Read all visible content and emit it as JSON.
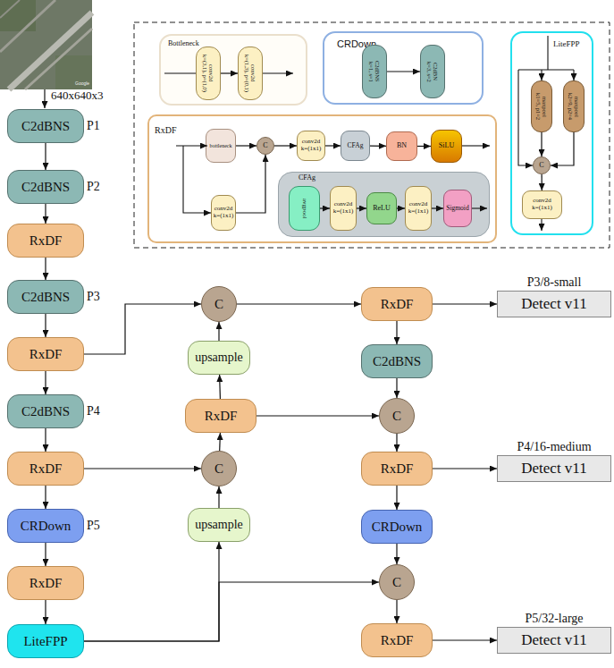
{
  "diagram": {
    "nodes": [
      {
        "text": [
          "Bottleneck"
        ]
      },
      {
        "text": [
          "conv2d",
          "k=(3,1), p=(1,0)"
        ],
        "in": 0
      },
      {
        "text": [
          "conv2d",
          "k=(1,3), p=(0,1)"
        ],
        "in": 0
      },
      {
        "text": [
          "CRDown"
        ]
      },
      {
        "text": [
          "C2dBNS",
          "k=1, s=1"
        ],
        "in": 3
      },
      {
        "text": [
          "C2dBN",
          "k=3, s=2"
        ],
        "in": 3
      },
      {
        "text": [
          "LiteFPP"
        ]
      },
      {
        "text": [
          "maxpool",
          "k1=5, p1=2"
        ],
        "in": 6
      },
      {
        "text": [
          "maxpool",
          "k2=9, p2=4"
        ],
        "in": 6
      },
      {
        "text": [
          "C"
        ],
        "in": 6
      },
      {
        "text": [
          "conv2d",
          "k=(1x1)"
        ],
        "in": 6
      },
      {
        "text": [
          "RxDF"
        ]
      },
      {
        "text": [
          "bottleneck"
        ],
        "in": 11
      },
      {
        "text": [
          "C"
        ],
        "in": 11
      },
      {
        "text": [
          "conv2d",
          "k=(1x1)"
        ],
        "in": 11
      },
      {
        "text": [
          "CFAg"
        ],
        "in": 11
      },
      {
        "text": [
          "BN"
        ],
        "in": 11
      },
      {
        "text": [
          "SiLU"
        ],
        "in": 11
      },
      {
        "text": [
          "conv2d",
          "k=(1x1)"
        ],
        "in": 11
      },
      {
        "text": [
          "CFAg"
        ],
        "in": 11
      },
      {
        "text": [
          "avgpool"
        ],
        "in": 19
      },
      {
        "text": [
          "conv2d",
          "k=(1x1)"
        ],
        "in": 19
      },
      {
        "text": [
          "ReLU"
        ],
        "in": 19
      },
      {
        "text": [
          "conv2d",
          "k=(1x1)"
        ],
        "in": 19
      },
      {
        "text": [
          "Sigmoid"
        ],
        "in": 19
      },
      {
        "text": [
          "C2dBNS",
          "P1"
        ]
      },
      {
        "text": [
          "C2dBNS",
          "P2"
        ]
      },
      {
        "text": [
          "RxDF"
        ]
      },
      {
        "text": [
          "C2dBNS",
          "P3"
        ]
      },
      {
        "text": [
          "C"
        ]
      },
      {
        "text": [
          "RxDF"
        ]
      },
      {
        "text": [
          "P3/8-small",
          "Detect v11"
        ]
      },
      {
        "text": [
          "RxDF"
        ]
      },
      {
        "text": [
          "upsample"
        ]
      },
      {
        "text": [
          "C2dBNS"
        ]
      },
      {
        "text": [
          "C2dBNS",
          "P4"
        ]
      },
      {
        "text": [
          "RxDF"
        ]
      },
      {
        "text": [
          "C"
        ]
      },
      {
        "text": [
          "RxDF"
        ]
      },
      {
        "text": [
          "C"
        ]
      },
      {
        "text": [
          "RxDF"
        ]
      },
      {
        "text": [
          "P4/16-medium",
          "Detect v11"
        ]
      },
      {
        "text": [
          "CRDown",
          "P5"
        ]
      },
      {
        "text": [
          "upsample"
        ]
      },
      {
        "text": [
          "CRDown"
        ]
      },
      {
        "text": [
          "RxDF"
        ]
      },
      {
        "text": [
          "C"
        ]
      },
      {
        "text": [
          "LiteFPP"
        ]
      },
      {
        "text": [
          "RxDF"
        ]
      },
      {
        "text": [
          "P5/32-large",
          "Detect v11"
        ]
      }
    ],
    "edges": [
      {
        "from": 1,
        "to": 2,
        "arrow": "to"
      },
      {
        "from": 4,
        "to": 5,
        "arrow": "to"
      },
      {
        "from": 7,
        "to": 9,
        "arrow": "to"
      },
      {
        "from": 8,
        "to": 9,
        "arrow": "to"
      },
      {
        "from": 9,
        "to": 10,
        "arrow": "to"
      },
      {
        "from": 12,
        "to": 13,
        "arrow": "to"
      },
      {
        "from": 13,
        "to": 14,
        "arrow": "to"
      },
      {
        "from": 14,
        "to": 15,
        "arrow": "to"
      },
      {
        "from": 15,
        "to": 16,
        "arrow": "to"
      },
      {
        "from": 16,
        "to": 17,
        "arrow": "to"
      },
      {
        "from": 18,
        "to": 13,
        "arrow": "to"
      },
      {
        "from": 20,
        "to": 21,
        "arrow": "to"
      },
      {
        "from": 21,
        "to": 22,
        "arrow": "to"
      },
      {
        "from": 22,
        "to": 23,
        "arrow": "to"
      },
      {
        "from": 23,
        "to": 24,
        "arrow": "to"
      },
      {
        "from": 25,
        "to": 26,
        "arrow": "to"
      },
      {
        "from": 26,
        "to": 27,
        "arrow": "to"
      },
      {
        "from": 27,
        "to": 28,
        "arrow": "to"
      },
      {
        "from": 28,
        "to": 32,
        "arrow": "to"
      },
      {
        "from": 32,
        "to": 35,
        "arrow": "to"
      },
      {
        "from": 35,
        "to": 38,
        "arrow": "to"
      },
      {
        "from": 38,
        "to": 42,
        "arrow": "to"
      },
      {
        "from": 42,
        "to": 45,
        "arrow": "to"
      },
      {
        "from": 45,
        "to": 47,
        "arrow": "to"
      },
      {
        "from": 32,
        "to": 29,
        "arrow": "to"
      },
      {
        "from": 33,
        "to": 29,
        "arrow": "to"
      },
      {
        "from": 36,
        "to": 33,
        "arrow": "to"
      },
      {
        "from": 29,
        "to": 30,
        "arrow": "to"
      },
      {
        "from": 30,
        "to": 31,
        "arrow": "to"
      },
      {
        "from": 30,
        "to": 34,
        "arrow": "to"
      },
      {
        "from": 34,
        "to": 37,
        "arrow": "to"
      },
      {
        "from": 36,
        "to": 37,
        "arrow": "to"
      },
      {
        "from": 37,
        "to": 40,
        "arrow": "to"
      },
      {
        "from": 40,
        "to": 41,
        "arrow": "to"
      },
      {
        "from": 40,
        "to": 44,
        "arrow": "to"
      },
      {
        "from": 44,
        "to": 46,
        "arrow": "to"
      },
      {
        "from": 38,
        "to": 39,
        "arrow": "to"
      },
      {
        "from": 43,
        "to": 39,
        "arrow": "to"
      },
      {
        "from": 39,
        "to": 36,
        "arrow": "to"
      },
      {
        "from": 47,
        "to": 43,
        "arrow": "to"
      },
      {
        "from": 47,
        "to": 46,
        "arrow": "to"
      },
      {
        "from": 46,
        "to": 48,
        "arrow": "to"
      },
      {
        "from": 48,
        "to": 49,
        "arrow": "to"
      }
    ],
    "labels": [
      "640x640x3",
      "Google"
    ]
  }
}
